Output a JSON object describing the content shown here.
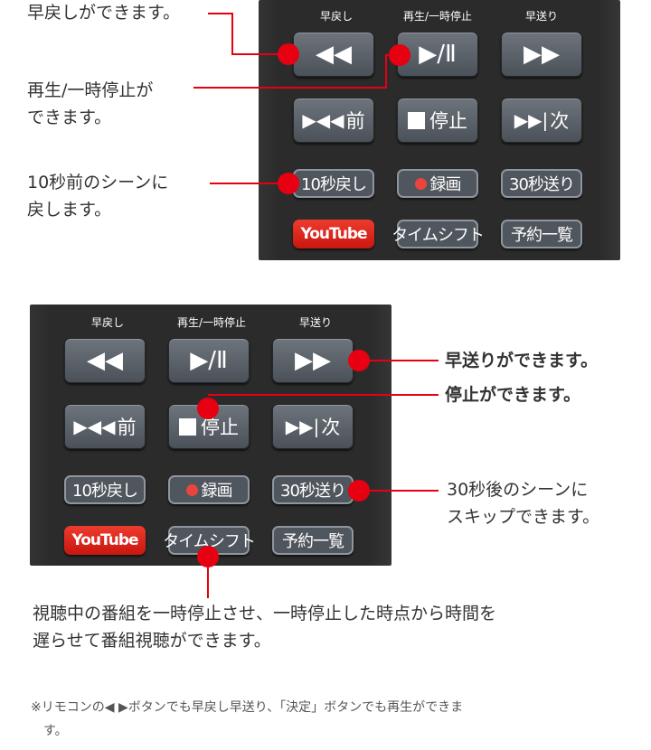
{
  "top_labels": [
    "早戻し",
    "再生/一時停止",
    "早送り"
  ],
  "buttons": {
    "rewind": "◀◀",
    "play_pause": "▶/Ⅱ",
    "fast_forward": "▶▶",
    "prev_glyph": "▶◀◀",
    "prev_label": "前",
    "stop_label": "停止",
    "next_glyph": "▶▶|",
    "next_label": "次",
    "back10": "10秒戻し",
    "record": "録画",
    "skip30": "30秒送り",
    "youtube": "YouTube",
    "timeshift": "タイムシフト",
    "schedule": "予約一覧"
  },
  "annotations_top": {
    "rewind": "早戻しができます。",
    "play_pause_1": "再生/一時停止が",
    "play_pause_2": "できます。",
    "back10_1": "10秒前のシーンに",
    "back10_2": "戻します。"
  },
  "annotations_bottom": {
    "fast_forward": "早送りができます。",
    "stop": "停止ができます。",
    "skip30_1": "30秒後のシーンに",
    "skip30_2": "スキップできます。",
    "timeshift_1": "視聴中の番組を一時停止させ、一時停止した時点から時間を",
    "timeshift_2": "遅らせて番組視聴ができます。"
  },
  "note": {
    "line1": "※リモコンの◀ ▶ボタンでも早戻し早送り、「決定」ボタンでも再生ができま",
    "line2": "す。"
  },
  "colors": {
    "accent": "#e60012",
    "remote": "#2b2b2b",
    "youtube": "#e2231a",
    "record_dot": "#e8453c"
  }
}
